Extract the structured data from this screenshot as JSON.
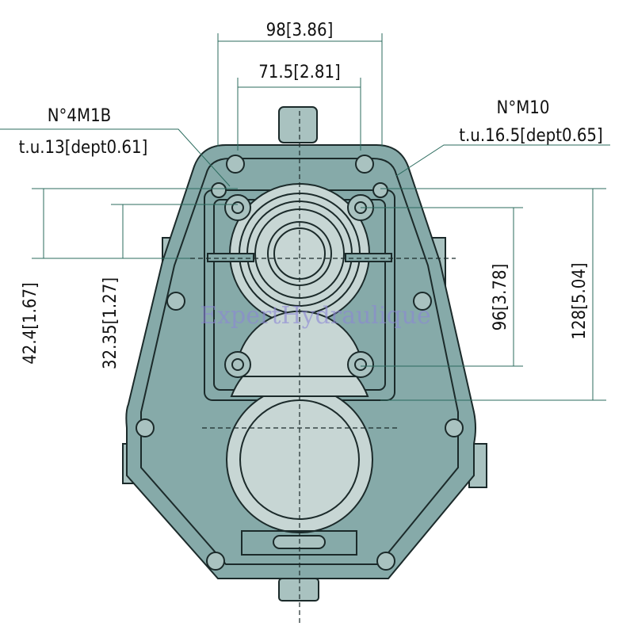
{
  "dimensions": {
    "width_outer": "98[3.86]",
    "width_inner": "71.5[2.81]",
    "height_outer": "128[5.04]",
    "height_inner": "96[3.78]",
    "offset_left_outer": "42.4[1.67]",
    "offset_left_inner": "32.35[1.27]"
  },
  "callouts": {
    "left_thread": "N°4M1B",
    "left_depth": "t.u.13[dept0.61]",
    "right_thread": "N°M10",
    "right_depth": "t.u.16.5[dept0.65]"
  },
  "watermark": "ExpertHydraulique",
  "colors": {
    "body": "#86aaa9",
    "face": "#c7d6d4",
    "line": "#1b2a2a",
    "dim_line": "#2b6b5e"
  }
}
